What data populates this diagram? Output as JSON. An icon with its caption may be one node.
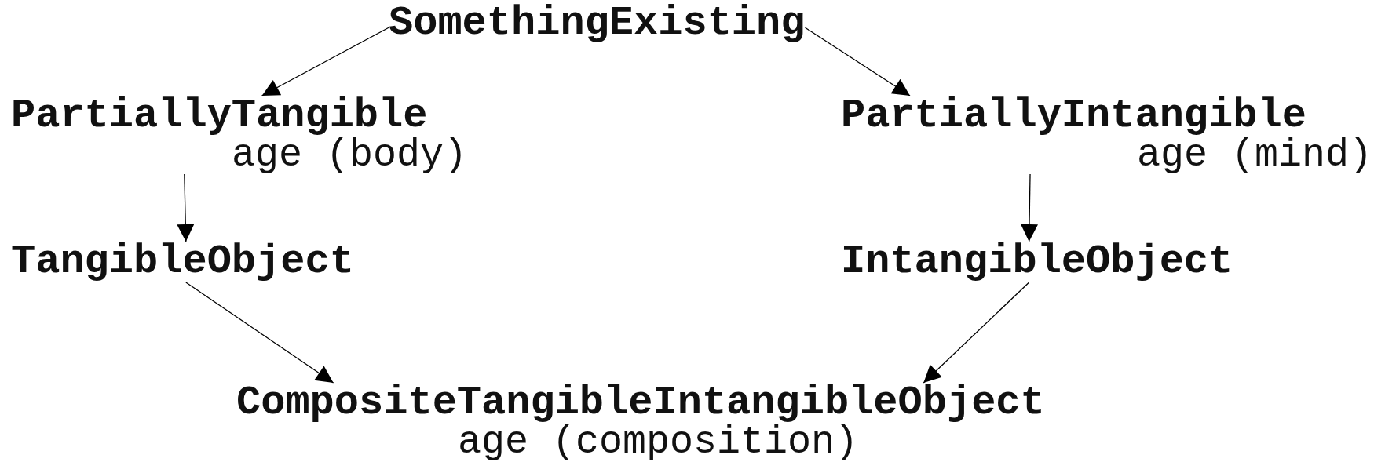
{
  "diagram": {
    "nodes": [
      {
        "text": [
          "SomethingExisting"
        ]
      },
      {
        "text": [
          "PartiallyTangible"
        ],
        "beside": [
          "age (body)"
        ]
      },
      {
        "text": [
          "PartiallyIntangible"
        ],
        "beside": [
          "age (mind)"
        ]
      },
      {
        "text": [
          "TangibleObject"
        ]
      },
      {
        "text": [
          "IntangibleObject"
        ]
      },
      {
        "text": [
          "CompositeTangibleIntangibleObject"
        ],
        "beside": [
          "age (composition)"
        ]
      }
    ],
    "edges": [
      {
        "from": 0,
        "to": 1,
        "arrow": "to"
      },
      {
        "from": 0,
        "to": 2,
        "arrow": "to"
      },
      {
        "from": 1,
        "to": 3,
        "arrow": "to"
      },
      {
        "from": 2,
        "to": 4,
        "arrow": "to"
      },
      {
        "from": 3,
        "to": 5,
        "arrow": "to"
      },
      {
        "from": 4,
        "to": 5,
        "arrow": "to"
      }
    ]
  }
}
